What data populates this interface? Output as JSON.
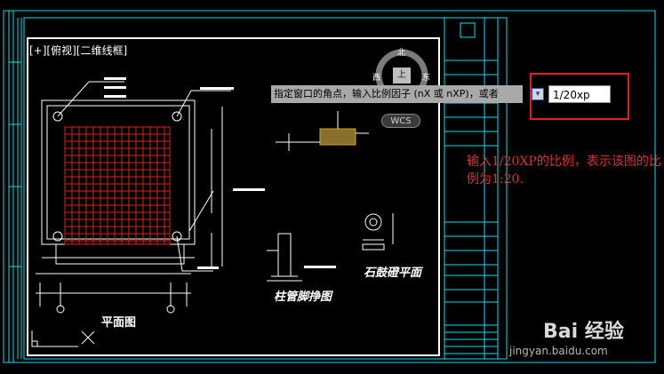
{
  "viewport": {
    "label": "[+][俯视][二维线框]"
  },
  "viewcube": {
    "north": "北",
    "west": "西",
    "east": "东",
    "top": "上",
    "wcs": "WCS"
  },
  "command": {
    "prompt": "指定窗口的角点，输入比例因子 (nX 或 nXP)，或者",
    "dropdown_icon": "down-arrow-icon",
    "input_value": "1/20xp"
  },
  "annotation": {
    "text": "输入1/20XP的比例，表示该图的比例为1:20."
  },
  "drawing": {
    "plan_title": "平面图",
    "column_title": "柱管脚挣图",
    "stone_title": "石鼓磴平面"
  },
  "watermark": {
    "logo": "Bai  经验",
    "url": "jingyan.baidu.com"
  },
  "colors": {
    "cyan": "#00e5ee",
    "grid_red": "#e02020",
    "annotation_red": "#e03030"
  }
}
